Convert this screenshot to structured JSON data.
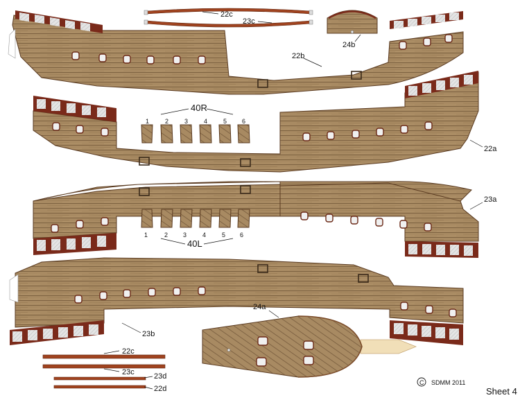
{
  "sheet_label": "Sheet 4",
  "copyright_symbol": "C",
  "copyright_text": "SDMM 2011",
  "colors": {
    "wood": "#a88a62",
    "wood_dark": "#8a6c48",
    "rail": "#a0431f",
    "frame": "#7a2a1a",
    "window_fill": "#e8e8e8",
    "rudder": "#f1dfb8"
  },
  "parts": {
    "p22c_top": "22c",
    "p23c_top": "23c",
    "p24b": "24b",
    "p22b": "22b",
    "p40R": "40R",
    "p22a": "22a",
    "p23a": "23a",
    "p40L": "40L",
    "p23b": "23b",
    "p24a": "24a",
    "p22c_bot": "22c",
    "p23c_bot": "23c",
    "p23d_a": "23d",
    "p22d": "22d"
  },
  "strakes_40R": [
    "1",
    "2",
    "3",
    "4",
    "5",
    "6"
  ],
  "strakes_40L": [
    "1",
    "2",
    "3",
    "4",
    "5",
    "6"
  ]
}
